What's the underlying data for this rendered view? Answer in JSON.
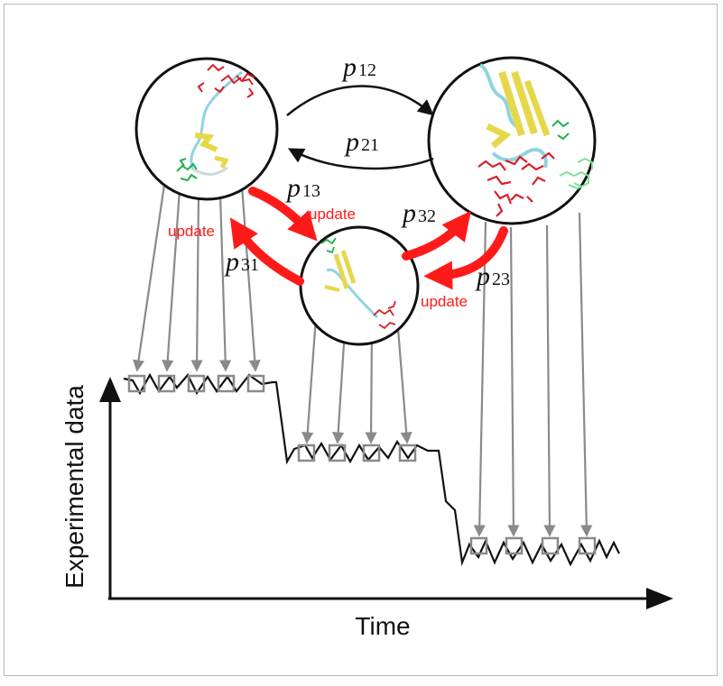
{
  "axes": {
    "y_label": "Experimental data",
    "x_label": "Time"
  },
  "states": [
    {
      "id": "1"
    },
    {
      "id": "2"
    },
    {
      "id": "3"
    }
  ],
  "transitions": {
    "p12": {
      "symbol": "p",
      "sub": "12",
      "color": "#111111"
    },
    "p21": {
      "symbol": "p",
      "sub": "21",
      "color": "#111111"
    },
    "p13": {
      "symbol": "p",
      "sub": "13",
      "color": "#ff1a1a"
    },
    "p31": {
      "symbol": "p",
      "sub": "31",
      "color": "#ff1a1a"
    },
    "p32": {
      "symbol": "p",
      "sub": "32",
      "color": "#ff1a1a"
    },
    "p23": {
      "symbol": "p",
      "sub": "23",
      "color": "#ff1a1a"
    }
  },
  "update_labels": [
    "update",
    "update",
    "update"
  ],
  "colors": {
    "update_red": "#ff1a1a",
    "projection_gray": "#8a8a8a",
    "trace_black": "#111111",
    "protein_yellow": "#e6d84a",
    "protein_cyan": "#8fd4e0",
    "dye_red": "#d91e2a",
    "dye_green": "#22b14c"
  }
}
